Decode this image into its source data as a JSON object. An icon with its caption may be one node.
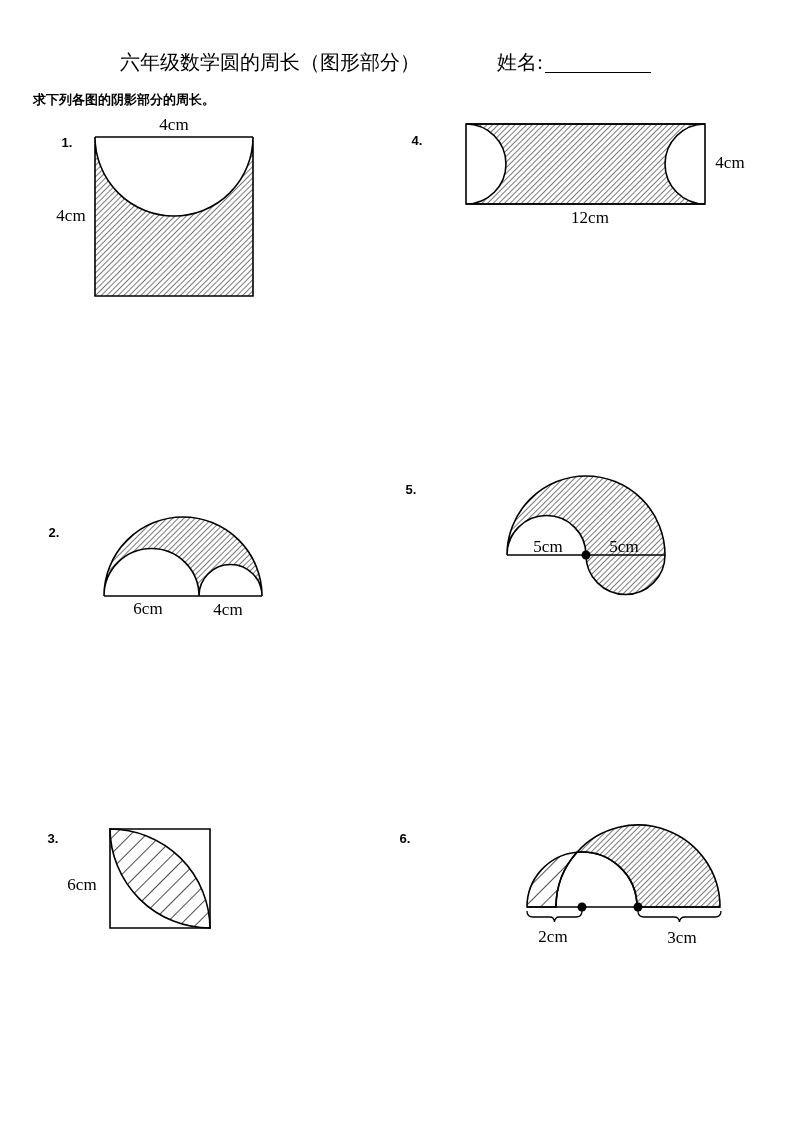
{
  "diagram": {
    "title": "六年级数学圆的周长（图形部分）",
    "labels": [
      "姓名:",
      "求下列各图的阴影部分的周长。",
      "1.",
      "4cm",
      "4.",
      "4cm",
      "4cm",
      "12cm",
      "5.",
      "2.",
      "5cm",
      "5cm",
      "6cm",
      "4cm",
      "3.",
      "6.",
      "6cm",
      "2cm",
      "3cm"
    ]
  }
}
